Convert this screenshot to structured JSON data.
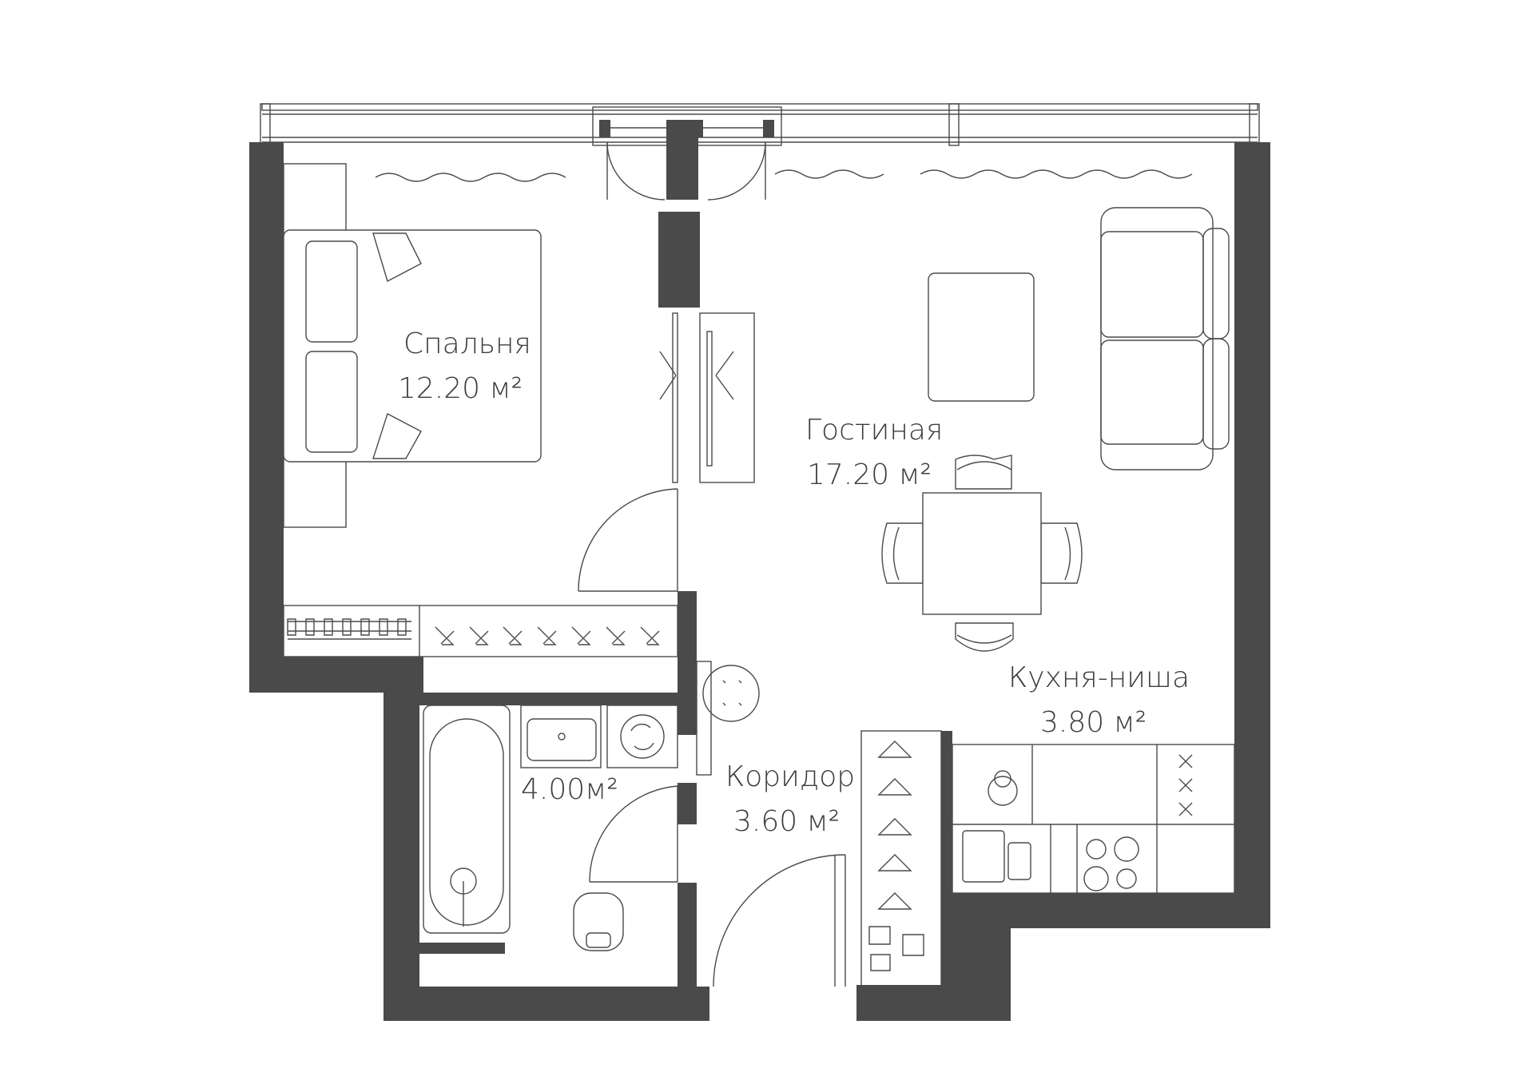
{
  "colors": {
    "wall": "#4a4a4a",
    "line": "#4a4a4a",
    "text": "#3d3d3d",
    "background": "#ffffff"
  },
  "rooms": {
    "bedroom": {
      "name": "Спальня",
      "area": "12.20 м²"
    },
    "living": {
      "name": "Гостиная",
      "area": "17.20 м²"
    },
    "kitchen": {
      "name": "Кухня-ниша",
      "area": "3.80 м²"
    },
    "bathroom": {
      "area": "4.00м²"
    },
    "corridor": {
      "name": "Коридор",
      "area": "3.60 м²"
    }
  }
}
